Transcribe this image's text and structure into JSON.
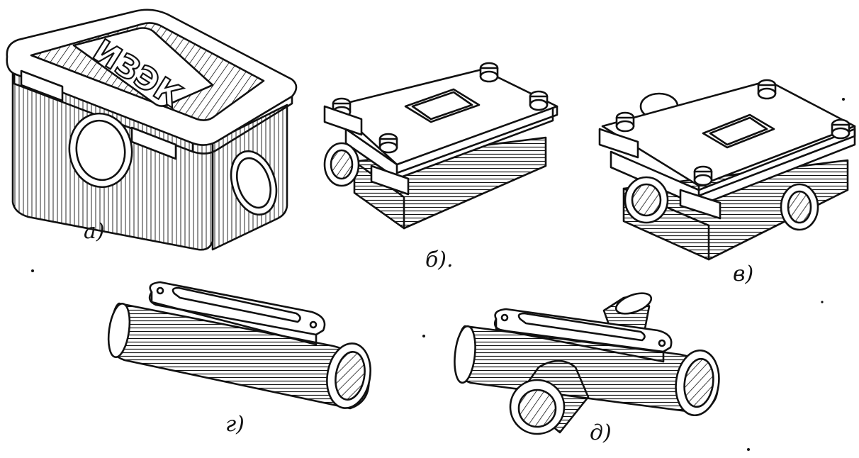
{
  "figure": {
    "items": [
      {
        "id": "a",
        "label": "а)",
        "kind": "rectangular junction box with lid"
      },
      {
        "id": "b",
        "label": "б).",
        "kind": "two-way bolted cast box"
      },
      {
        "id": "v",
        "label": "в)",
        "kind": "three-way bolted cast box"
      },
      {
        "id": "g",
        "label": "г)",
        "kind": "straight pull fitting"
      },
      {
        "id": "d",
        "label": "д)",
        "kind": "cross pull fitting"
      }
    ],
    "lid_stamp": "ИЗЭК",
    "ink_color": "#111111",
    "paper_color": "#ffffff"
  }
}
